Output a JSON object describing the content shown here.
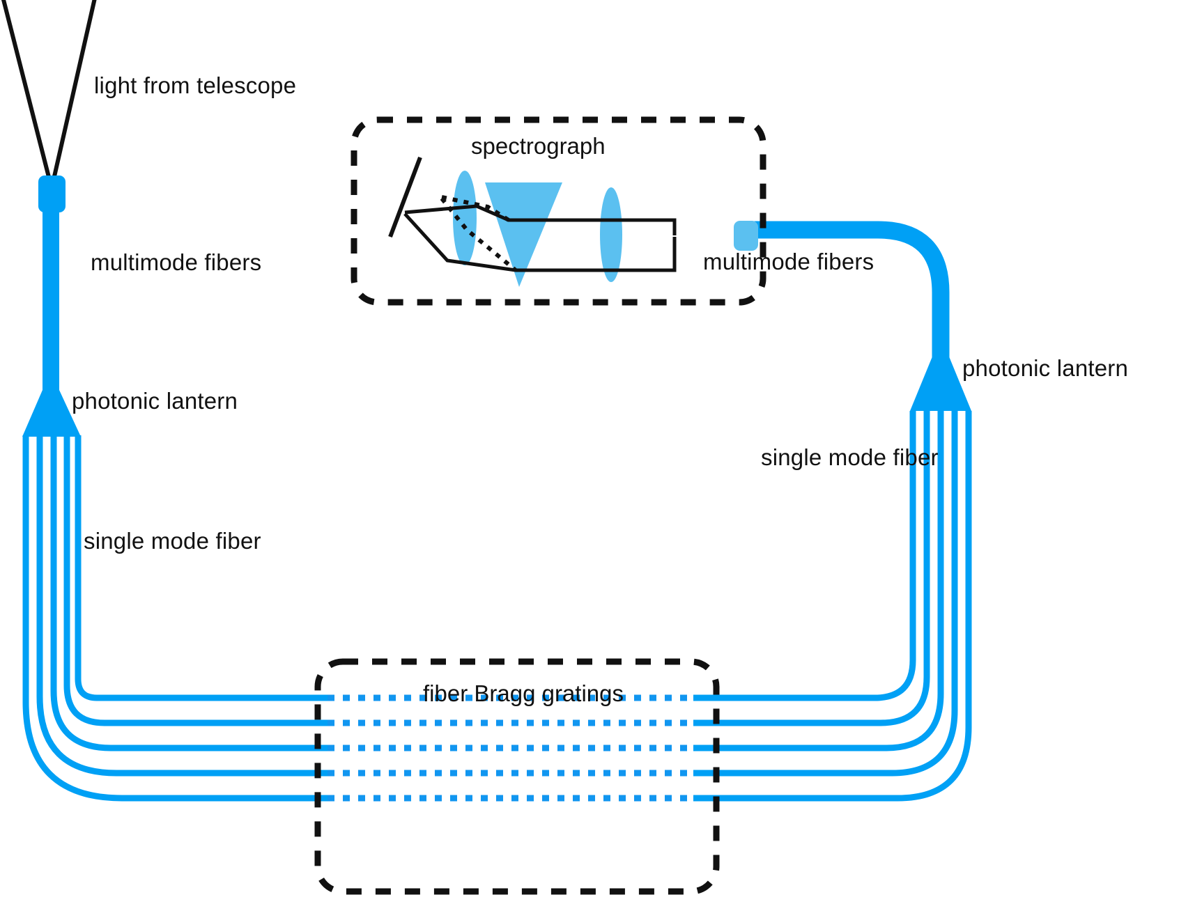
{
  "figure": {
    "title": "photonic lantern fiber Bragg grating spectrograph schematic",
    "type": "optical-schematic-diagram",
    "background_color": "#ffffff",
    "colors": {
      "fiber_blue": "#00A0F5",
      "optics_light_blue": "#5BC0F0",
      "ink_black": "#111111"
    }
  },
  "labels": {
    "light_from_telescope": "light from telescope",
    "multimode_fibers_left": "multimode fibers",
    "photonic_lantern_left": "photonic lantern",
    "single_mode_fiber_left": "single mode fiber",
    "spectrograph": "spectrograph",
    "multimode_fibers_right": "multimode fibers",
    "photonic_lantern_right": "photonic lantern",
    "single_mode_fiber_right": "single mode fiber",
    "fiber_bragg_gratings": "fiber Bragg gratings"
  },
  "boxes": [
    {
      "name": "spectrograph",
      "label": "spectrograph",
      "style": "dashed-rounded"
    },
    {
      "name": "fiber-bragg-gratings",
      "label": "fiber Bragg gratings",
      "style": "dashed-rounded"
    }
  ],
  "components": {
    "fiber_count_single_mode": 5,
    "spectrograph_elements": [
      "collimator-mirror",
      "lens",
      "prism",
      "lens",
      "detector-feed"
    ],
    "connectors": 2
  }
}
